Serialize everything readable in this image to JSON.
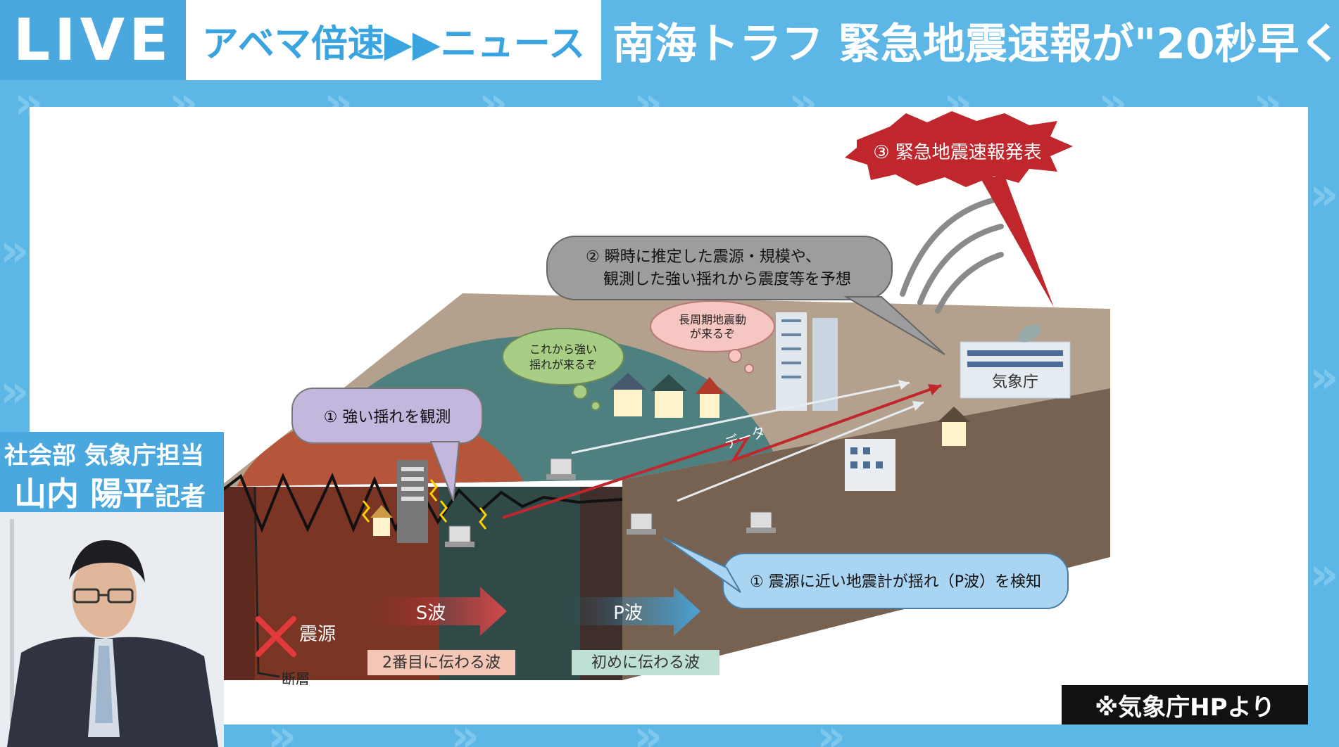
{
  "header": {
    "live_badge": "LIVE",
    "program_name": "アベマ倍速▶▶ニュース",
    "headline": "南海トラフ 緊急地震速報が\"20秒早く\""
  },
  "diagram": {
    "step3_announce": "③ 緊急地震速報発表",
    "step2_line1": "② 瞬時に推定した震源・規模や、",
    "step2_line2": "観測した強い揺れから震度等を予想",
    "step1_strong": "① 強い揺れを観測",
    "step1_pwave": "① 震源に近い地震計が揺れ（P波）を検知",
    "bubble_green_line1": "これから強い",
    "bubble_green_line2": "揺れが来るぞ",
    "bubble_pink_line1": "長周期地震動",
    "bubble_pink_line2": "が来るぞ",
    "agency_label": "気象庁",
    "data_label": "データ",
    "epicenter_label": "震源",
    "s_wave_label": "S波",
    "p_wave_label": "P波",
    "s_wave_desc": "2番目に伝わる波",
    "p_wave_desc": "初めに伝わる波",
    "fault_label": "断層"
  },
  "source_note": "※気象庁HPより",
  "reporter": {
    "department": "社会部 気象庁担当",
    "name": "山内 陽平",
    "title": "記者"
  },
  "colors": {
    "frame_blue": "#5cb6e6",
    "live_blue": "#4aa8de",
    "alert_red": "#c0272d",
    "callout_gray": "#9d9d9d",
    "callout_purple": "#c3b7dd",
    "callout_blue": "#a9d4f2",
    "ground_brown": "#b5553a",
    "ground_teal": "#4f8080",
    "ground_tan": "#b4a18d"
  }
}
